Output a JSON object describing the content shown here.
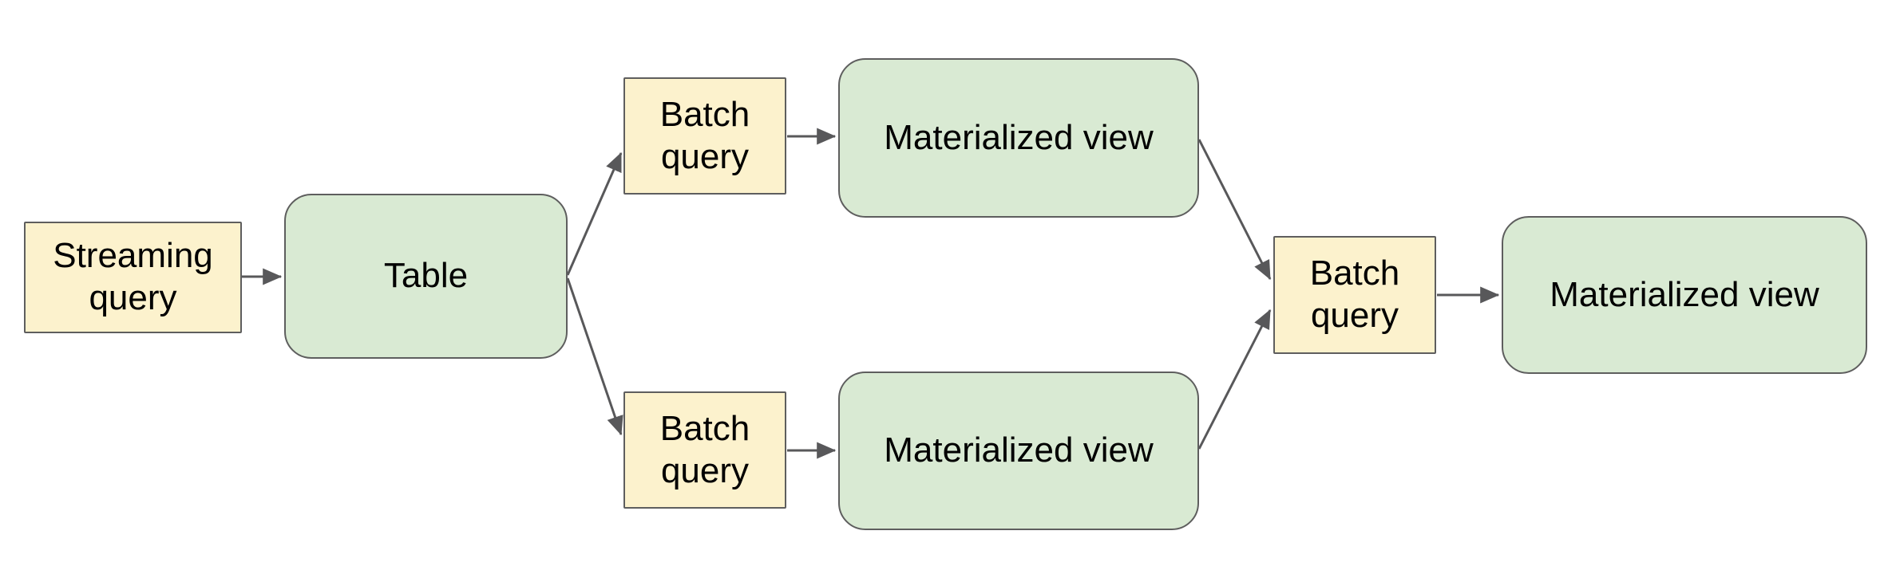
{
  "diagram": {
    "colors": {
      "background": "#FFFFFF",
      "query_fill": "#FCF2CD",
      "view_fill": "#D9EAD3",
      "shape_border": "#5E5E5E",
      "arrow": "#58585A",
      "text": "#000000"
    },
    "nodes": [
      {
        "id": "streaming-query",
        "label": "Streaming query",
        "shape": "rectangle",
        "role": "query"
      },
      {
        "id": "table",
        "label": "Table",
        "shape": "rounded-rectangle",
        "role": "table"
      },
      {
        "id": "batch-query-top",
        "label": "Batch query",
        "shape": "rectangle",
        "role": "query"
      },
      {
        "id": "materialized-view-top",
        "label": "Materialized view",
        "shape": "rounded-rectangle",
        "role": "view"
      },
      {
        "id": "batch-query-bottom",
        "label": "Batch query",
        "shape": "rectangle",
        "role": "query"
      },
      {
        "id": "materialized-view-bottom",
        "label": "Materialized view",
        "shape": "rounded-rectangle",
        "role": "view"
      },
      {
        "id": "batch-query-right",
        "label": "Batch query",
        "shape": "rectangle",
        "role": "query"
      },
      {
        "id": "materialized-view-right",
        "label": "Materialized view",
        "shape": "rounded-rectangle",
        "role": "view"
      }
    ],
    "edges": [
      {
        "from": "streaming-query",
        "to": "table"
      },
      {
        "from": "table",
        "to": "batch-query-top"
      },
      {
        "from": "table",
        "to": "batch-query-bottom"
      },
      {
        "from": "batch-query-top",
        "to": "materialized-view-top"
      },
      {
        "from": "batch-query-bottom",
        "to": "materialized-view-bottom"
      },
      {
        "from": "materialized-view-top",
        "to": "batch-query-right"
      },
      {
        "from": "materialized-view-bottom",
        "to": "batch-query-right"
      },
      {
        "from": "batch-query-right",
        "to": "materialized-view-right"
      }
    ]
  }
}
